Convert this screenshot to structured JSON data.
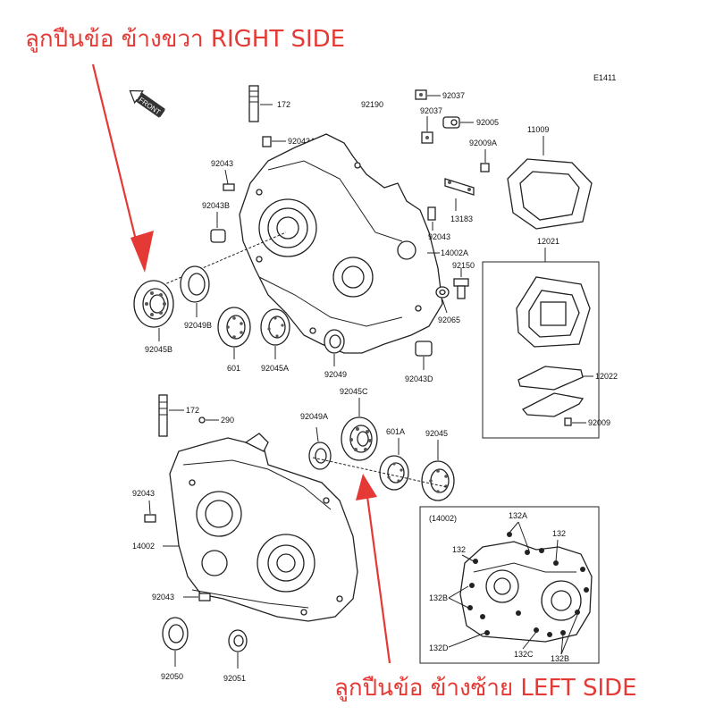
{
  "headers": {
    "right": "ลูกปืนข้อ ข้างขวา RIGHT SIDE",
    "left": "ลูกปืนข้อ ข้างซ้าย LEFT SIDE"
  },
  "diagram_code": "E1411",
  "front_tag": "FRONT",
  "colors": {
    "annotation": "#e53935",
    "ink": "#222222"
  },
  "labels": {
    "p172_top": "172",
    "p92043a": "92043A",
    "p92043_r": "92043",
    "p92043b": "92043B",
    "p92190": "92190",
    "p92037_a": "92037",
    "p92037_b": "92037",
    "p92005": "92005",
    "p92009a": "92009A",
    "p11009": "11009",
    "p13183": "13183",
    "p92043_mid": "92043",
    "p14002a": "14002A",
    "p12021": "12021",
    "p92150": "92150",
    "p92065": "92065",
    "p92049b": "92049B",
    "p92045b": "92045B",
    "p601_r": "601",
    "p92045a": "92045A",
    "p92049_r": "92049",
    "p92043d": "92043D",
    "p12022": "12022",
    "p92009": "92009",
    "p172_bot": "172",
    "p290": "290",
    "p92049a": "92049A",
    "p92045c": "92045C",
    "p601a": "601A",
    "p92045_l": "92045",
    "p92043_l1": "92043",
    "p14002": "14002",
    "p92043_l2": "92043",
    "p92050": "92050",
    "p92051": "92051",
    "inset_title": "(14002)",
    "i132a": "132A",
    "i132_l": "132",
    "i132_r": "132",
    "i132b_l": "132B",
    "i132d": "132D",
    "i132c": "132C",
    "i132b_r": "132B"
  }
}
